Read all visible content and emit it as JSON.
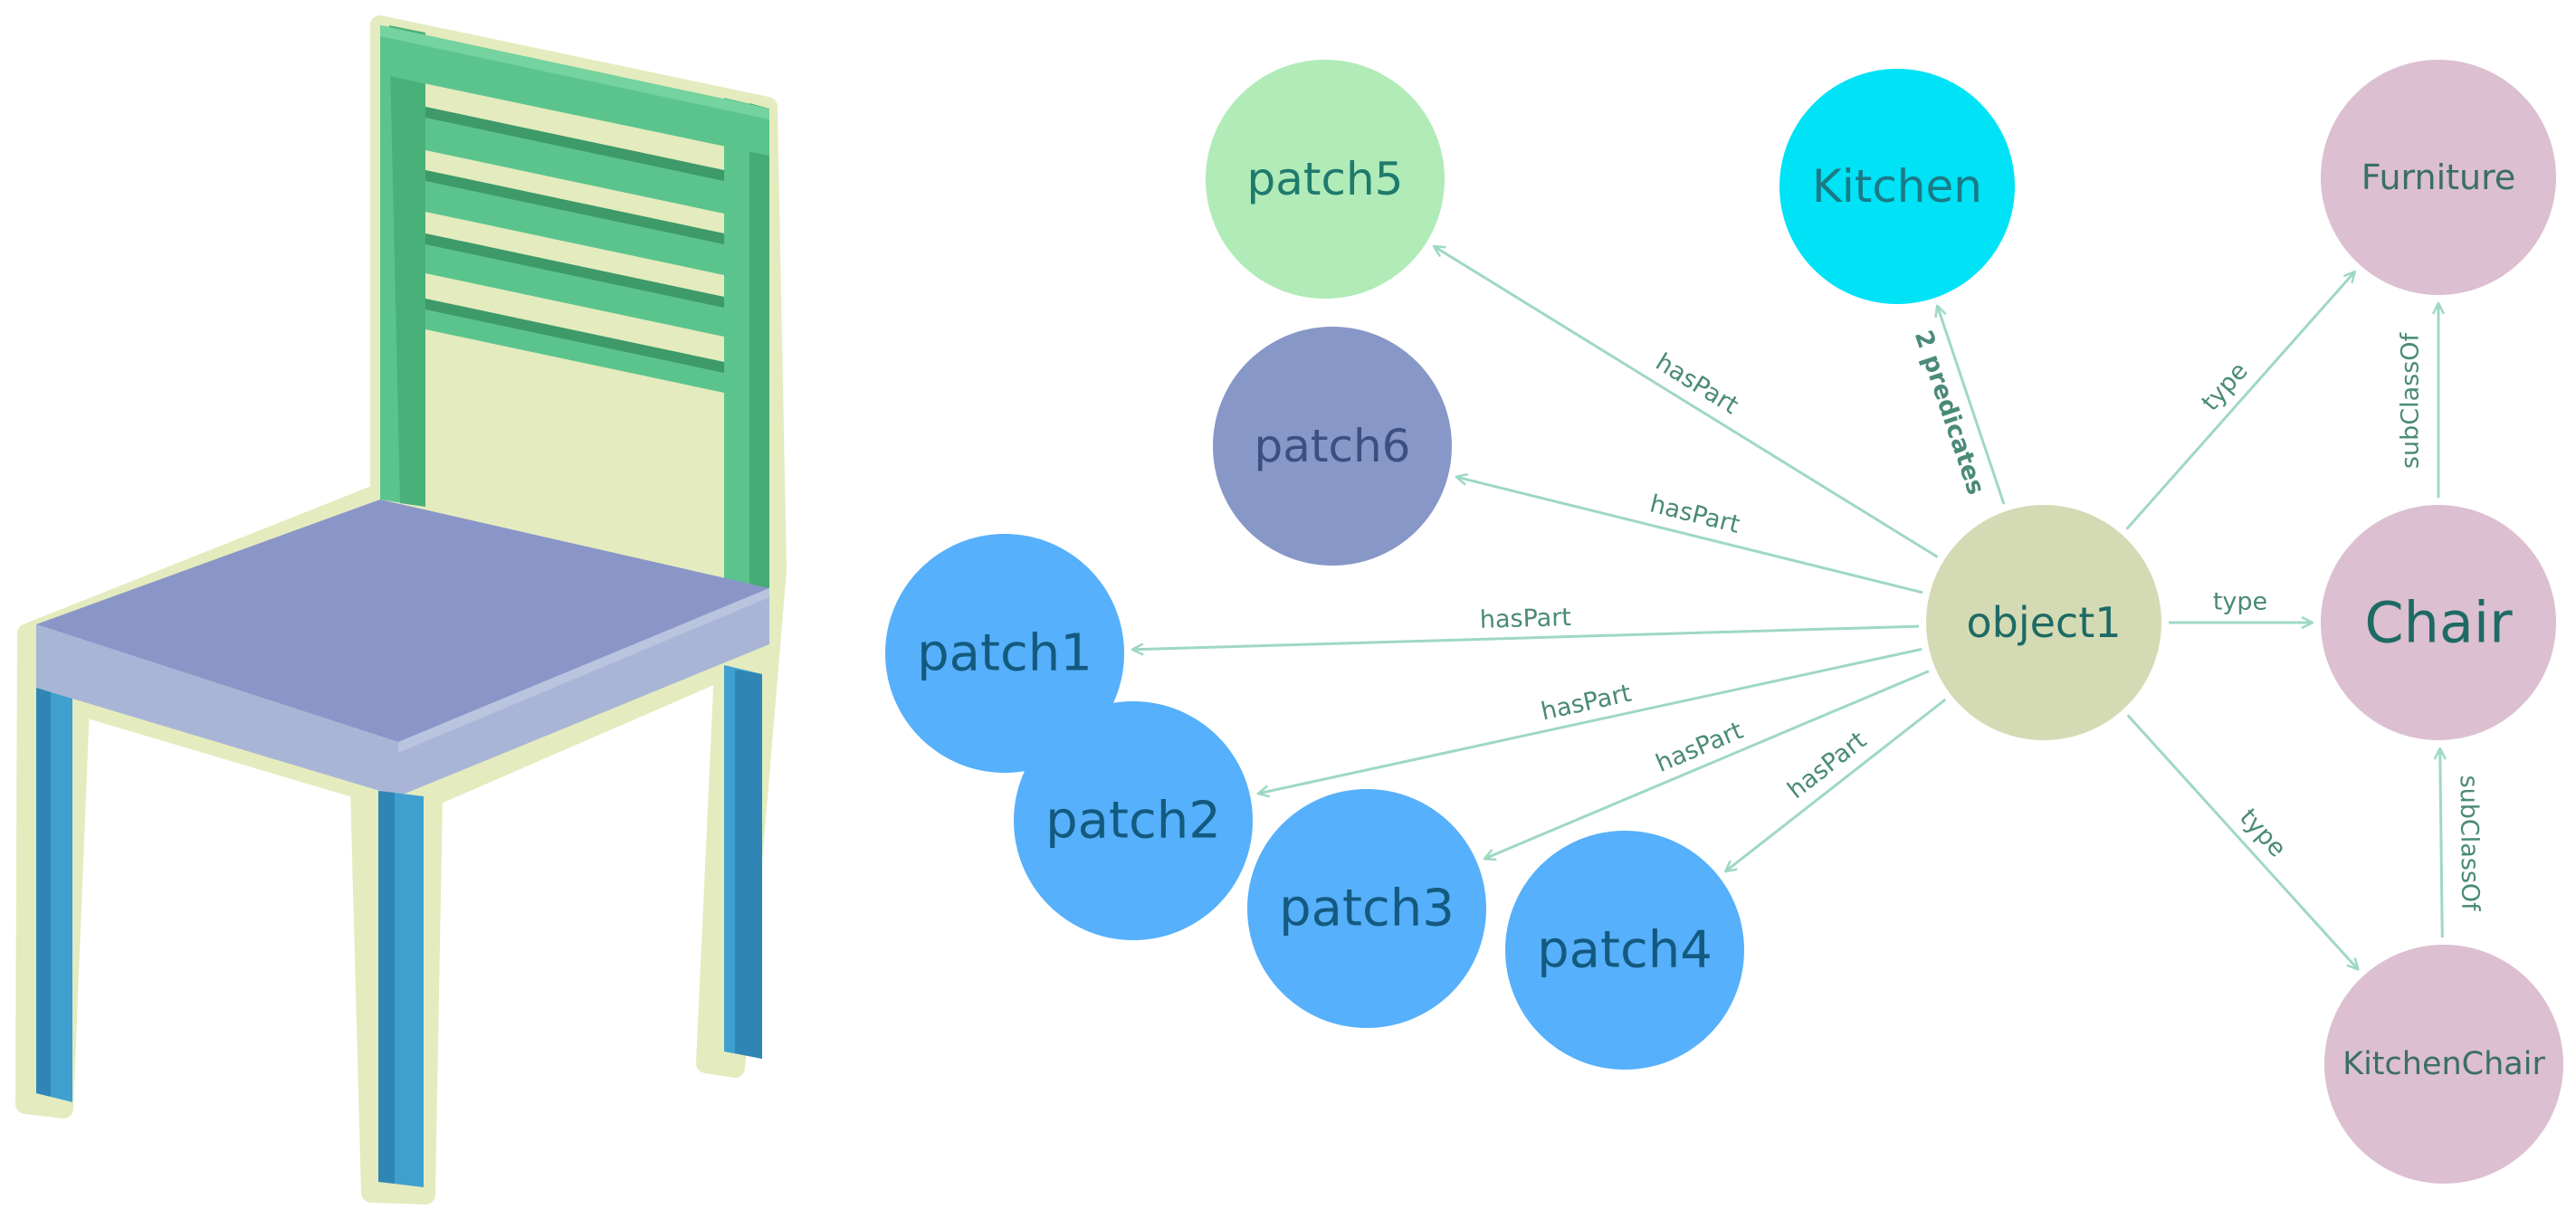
{
  "nodes": [
    {
      "id": "patch5",
      "label": "patch5",
      "color": "#b0ebb8",
      "text_color": "#1e7a6c"
    },
    {
      "id": "patch6",
      "label": "patch6",
      "color": "#8797c7",
      "text_color": "#3b4f80"
    },
    {
      "id": "patch1",
      "label": "patch1",
      "color": "#56b0fb",
      "text_color": "#135a7e"
    },
    {
      "id": "patch2",
      "label": "patch2",
      "color": "#56b0fb",
      "text_color": "#135a7e"
    },
    {
      "id": "patch3",
      "label": "patch3",
      "color": "#56b0fb",
      "text_color": "#135a7e"
    },
    {
      "id": "patch4",
      "label": "patch4",
      "color": "#56b0fb",
      "text_color": "#135a7e"
    },
    {
      "id": "kitchen",
      "label": "Kitchen",
      "color": "#00e2f5",
      "text_color": "#1a7a86"
    },
    {
      "id": "object1",
      "label": "object1",
      "color": "#d4dbb4",
      "text_color": "#1e6a64"
    },
    {
      "id": "furniture",
      "label": "Furniture",
      "color": "#dcbfd1",
      "text_color": "#3a6e66"
    },
    {
      "id": "chair",
      "label": "Chair",
      "color": "#dcbfd1",
      "text_color": "#1e6a64"
    },
    {
      "id": "kitchenchair",
      "label": "KitchenChair",
      "color": "#dcbfd1",
      "text_color": "#3a6e66"
    }
  ],
  "edges": [
    {
      "from": "object1",
      "to": "patch5",
      "label": "hasPart"
    },
    {
      "from": "object1",
      "to": "patch6",
      "label": "hasPart"
    },
    {
      "from": "object1",
      "to": "patch1",
      "label": "hasPart"
    },
    {
      "from": "object1",
      "to": "patch2",
      "label": "hasPart"
    },
    {
      "from": "object1",
      "to": "patch3",
      "label": "hasPart"
    },
    {
      "from": "object1",
      "to": "patch4",
      "label": "hasPart"
    },
    {
      "from": "object1",
      "to": "kitchen",
      "label": "2 predicates",
      "bold": true
    },
    {
      "from": "object1",
      "to": "furniture",
      "label": "type"
    },
    {
      "from": "object1",
      "to": "chair",
      "label": "type"
    },
    {
      "from": "object1",
      "to": "kitchenchair",
      "label": "type"
    },
    {
      "from": "chair",
      "to": "furniture",
      "label": "subClassOf"
    },
    {
      "from": "kitchenchair",
      "to": "chair",
      "label": "subClassOf"
    }
  ],
  "colors": {
    "edge": "#9fd8c2",
    "edge_label": "#4a8a78",
    "bold_label": "#0f2e2a",
    "chair_backrest": "#5bc48c",
    "chair_seat_top": "#8a96c8",
    "chair_seat_front": "#a8b5d6",
    "chair_legs": "#3fa0d0",
    "chair_outline": "#e4ebbe"
  },
  "illustration": {
    "name": "chair-illustration"
  }
}
